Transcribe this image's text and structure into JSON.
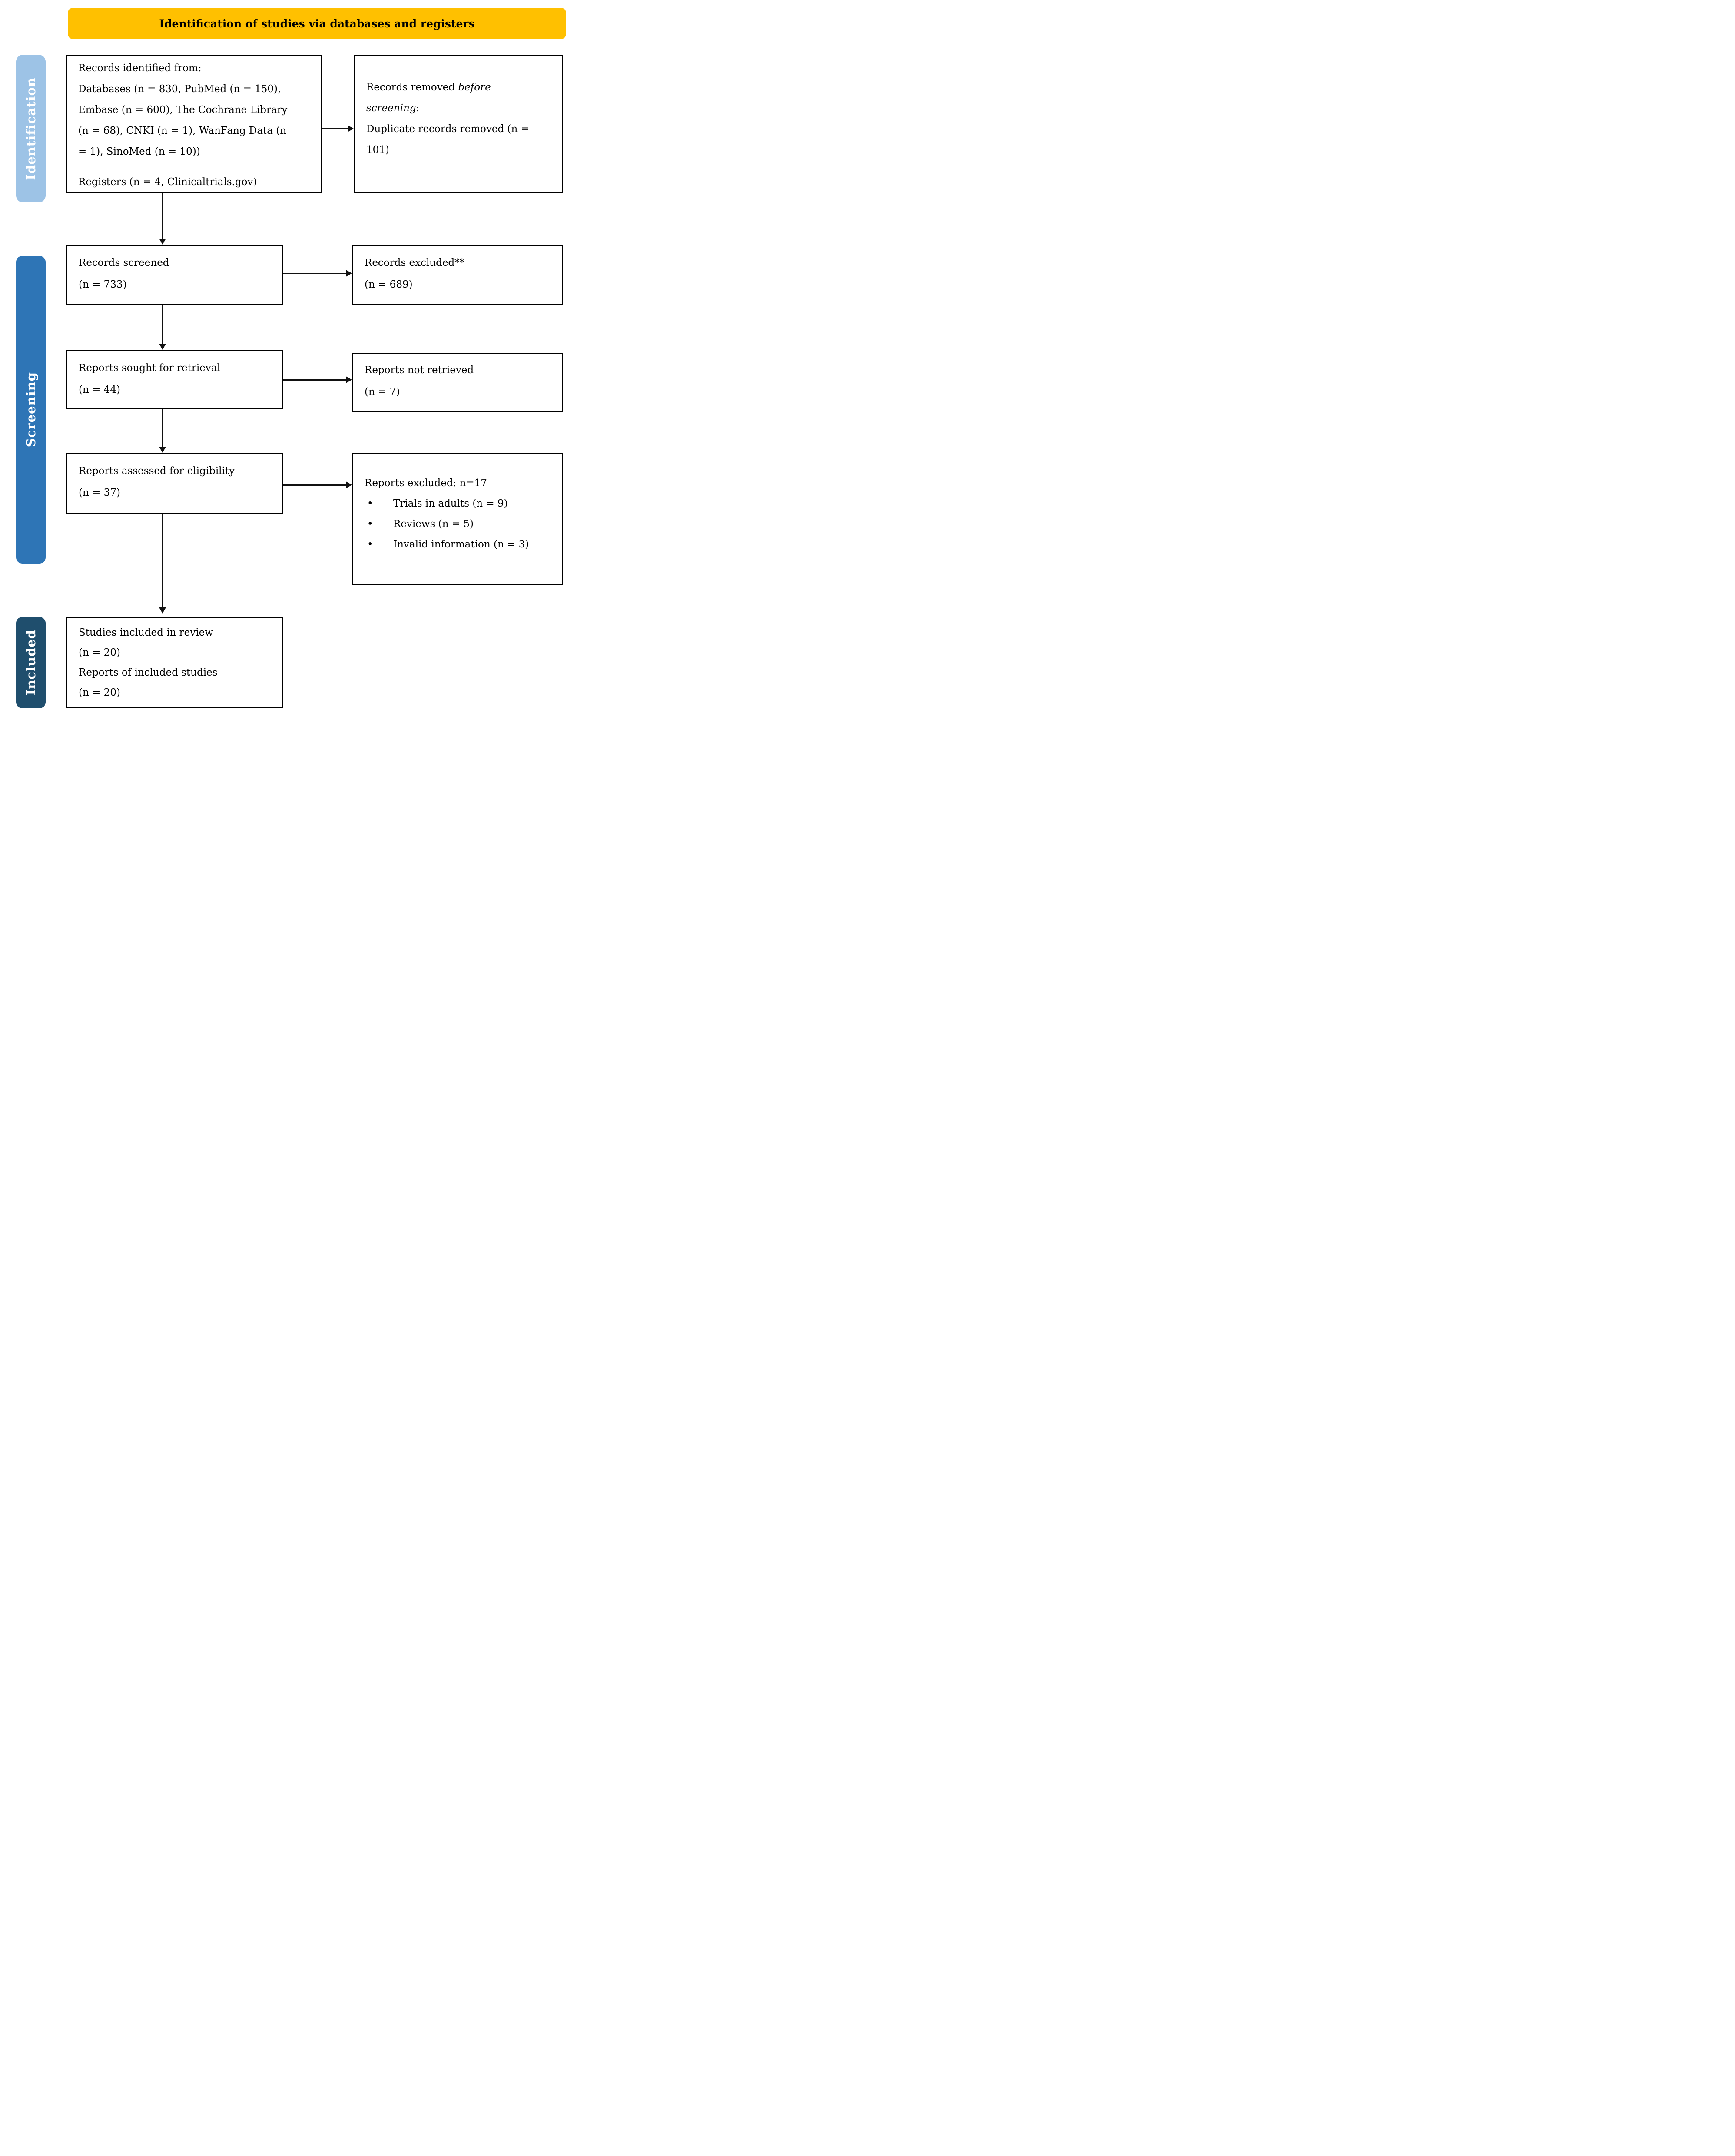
{
  "banner": {
    "title": "Identification of studies via databases and registers"
  },
  "stages": [
    {
      "label": "Identification",
      "color": "#9DC3E6"
    },
    {
      "label": "Screening",
      "color": "#2E75B6"
    },
    {
      "label": "Included",
      "color": "#1F4E6D"
    }
  ],
  "colors": {
    "banner_bg": "#FFC000",
    "box_border": "#000000",
    "arrow": "#111111",
    "stage_text": "#ffffff"
  },
  "boxes": {
    "identified": {
      "lines": [
        "Records identified from:",
        "Databases (n = 830, PubMed (n = 150),",
        "Embase (n = 600), The Cochrane Library",
        "(n = 68), CNKI (n = 1), WanFang Data (n",
        "= 1), SinoMed (n = 10))",
        "Registers (n = 4, Clinicaltrials.gov)"
      ]
    },
    "removed": {
      "l1a": "Records removed ",
      "l1b": "before",
      "l2a": "screening",
      "l2b": ":",
      "l3": "Duplicate records removed (n =",
      "l4": "101)"
    },
    "screened": {
      "lines": [
        "Records screened",
        "(n = 733)"
      ]
    },
    "excluded": {
      "lines": [
        "Records excluded**",
        "(n = 689)"
      ]
    },
    "sought": {
      "lines": [
        "Reports sought for retrieval",
        "(n = 44)"
      ]
    },
    "not_retrieved": {
      "lines": [
        "Reports not retrieved",
        "(n = 7)"
      ]
    },
    "assessed": {
      "lines": [
        "Reports assessed for eligibility",
        "(n = 37)"
      ]
    },
    "reports_excluded": {
      "header": "Reports excluded: n=17",
      "bullet": "•",
      "items": [
        "Trials in adults (n = 9)",
        "Reviews (n = 5)",
        "Invalid information (n = 3)"
      ]
    },
    "included": {
      "lines": [
        "Studies included in review",
        "(n = 20)",
        "Reports of included studies",
        "(n = 20)"
      ]
    }
  }
}
